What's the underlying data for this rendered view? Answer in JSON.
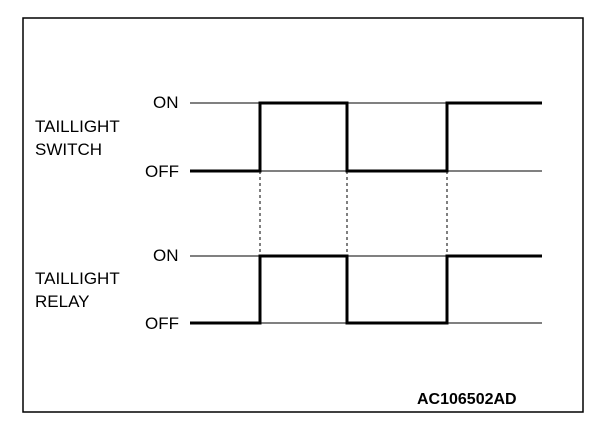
{
  "diagram_id": "AC106502AD",
  "signals": [
    {
      "label_line1": "TAILLIGHT",
      "label_line2": "SWITCH",
      "on_label": "ON",
      "off_label": "OFF",
      "states": [
        "OFF",
        "ON",
        "OFF",
        "ON"
      ]
    },
    {
      "label_line1": "TAILLIGHT",
      "label_line2": "RELAY",
      "on_label": "ON",
      "off_label": "OFF",
      "states": [
        "OFF",
        "ON",
        "OFF",
        "ON"
      ]
    }
  ],
  "colors": {
    "line": "#000000",
    "background": "#ffffff"
  }
}
